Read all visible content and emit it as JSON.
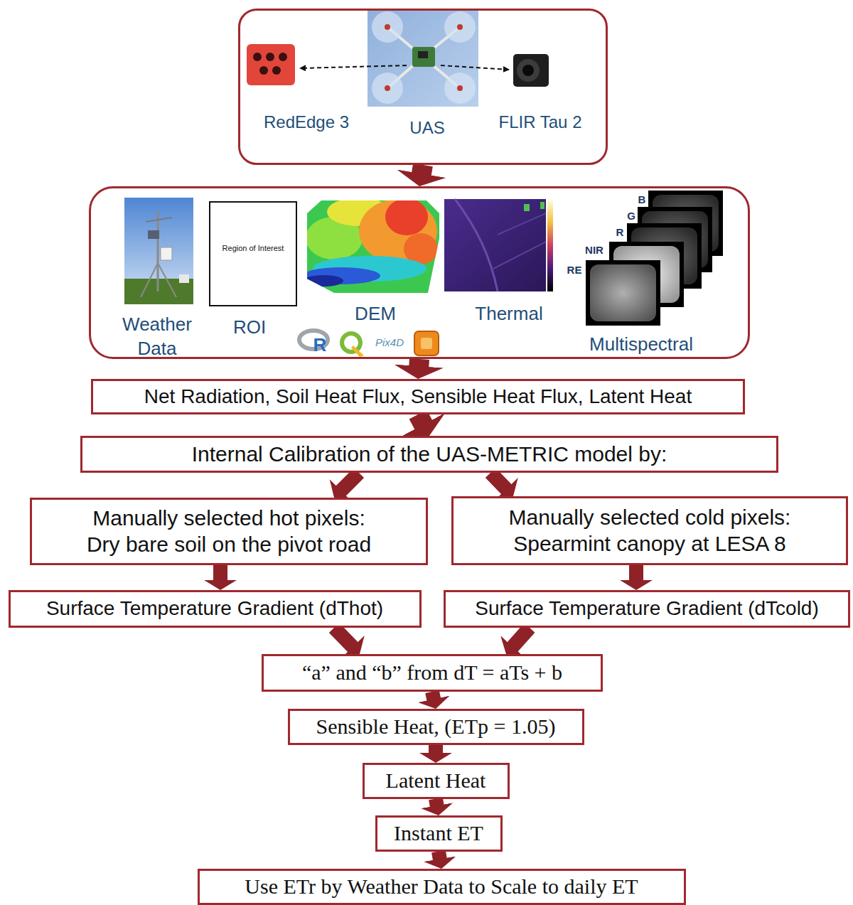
{
  "diagram": {
    "nodes": [
      {
        "text": [
          "RedEdge 3",
          "UAS",
          "FLIR Tau 2"
        ]
      },
      {
        "text": [
          "Weather Data",
          "ROI",
          "DEM",
          "Thermal",
          "Multispectral"
        ]
      },
      {
        "text": [
          "Region of Interest"
        ],
        "in": 1
      },
      {
        "text": [
          "Net Radiation, Soil Heat Flux, Sensible Heat Flux, Latent Heat"
        ]
      },
      {
        "text": [
          "Internal Calibration of the UAS-METRIC model by:"
        ]
      },
      {
        "text": [
          "Manually selected hot pixels:",
          "Dry bare soil on the pivot road"
        ]
      },
      {
        "text": [
          "Manually selected cold pixels:",
          "Spearmint canopy at LESA 8"
        ]
      },
      {
        "text": [
          "Surface Temperature Gradient (dThot)"
        ]
      },
      {
        "text": [
          "Surface Temperature Gradient (dTcold)"
        ]
      },
      {
        "text": [
          "“a” and “b” from dT = aTs + b"
        ]
      },
      {
        "text": [
          "Sensible Heat, (ETp = 1.05)"
        ]
      },
      {
        "text": [
          "Latent Heat"
        ]
      },
      {
        "text": [
          "Instant ET"
        ]
      },
      {
        "text": [
          "Use ETr by Weather Data to Scale to daily ET"
        ]
      }
    ],
    "edges": [
      {
        "from": 0,
        "to": 1,
        "arrow": "to"
      },
      {
        "from": 1,
        "to": 3,
        "arrow": "to"
      },
      {
        "from": 3,
        "to": 4,
        "arrow": "to"
      },
      {
        "from": 4,
        "to": 5,
        "arrow": "to"
      },
      {
        "from": 4,
        "to": 6,
        "arrow": "to"
      },
      {
        "from": 5,
        "to": 7,
        "arrow": "to"
      },
      {
        "from": 6,
        "to": 8,
        "arrow": "to"
      },
      {
        "from": 7,
        "to": 9,
        "arrow": "to"
      },
      {
        "from": 8,
        "to": 9,
        "arrow": "to"
      },
      {
        "from": 9,
        "to": 10,
        "arrow": "to"
      },
      {
        "from": 10,
        "to": 11,
        "arrow": "to"
      },
      {
        "from": 11,
        "to": 12,
        "arrow": "to"
      },
      {
        "from": 12,
        "to": 13,
        "arrow": "to"
      }
    ],
    "labels": [
      "B",
      "G",
      "R",
      "NIR",
      "RE",
      "R",
      "Pix4D"
    ]
  }
}
